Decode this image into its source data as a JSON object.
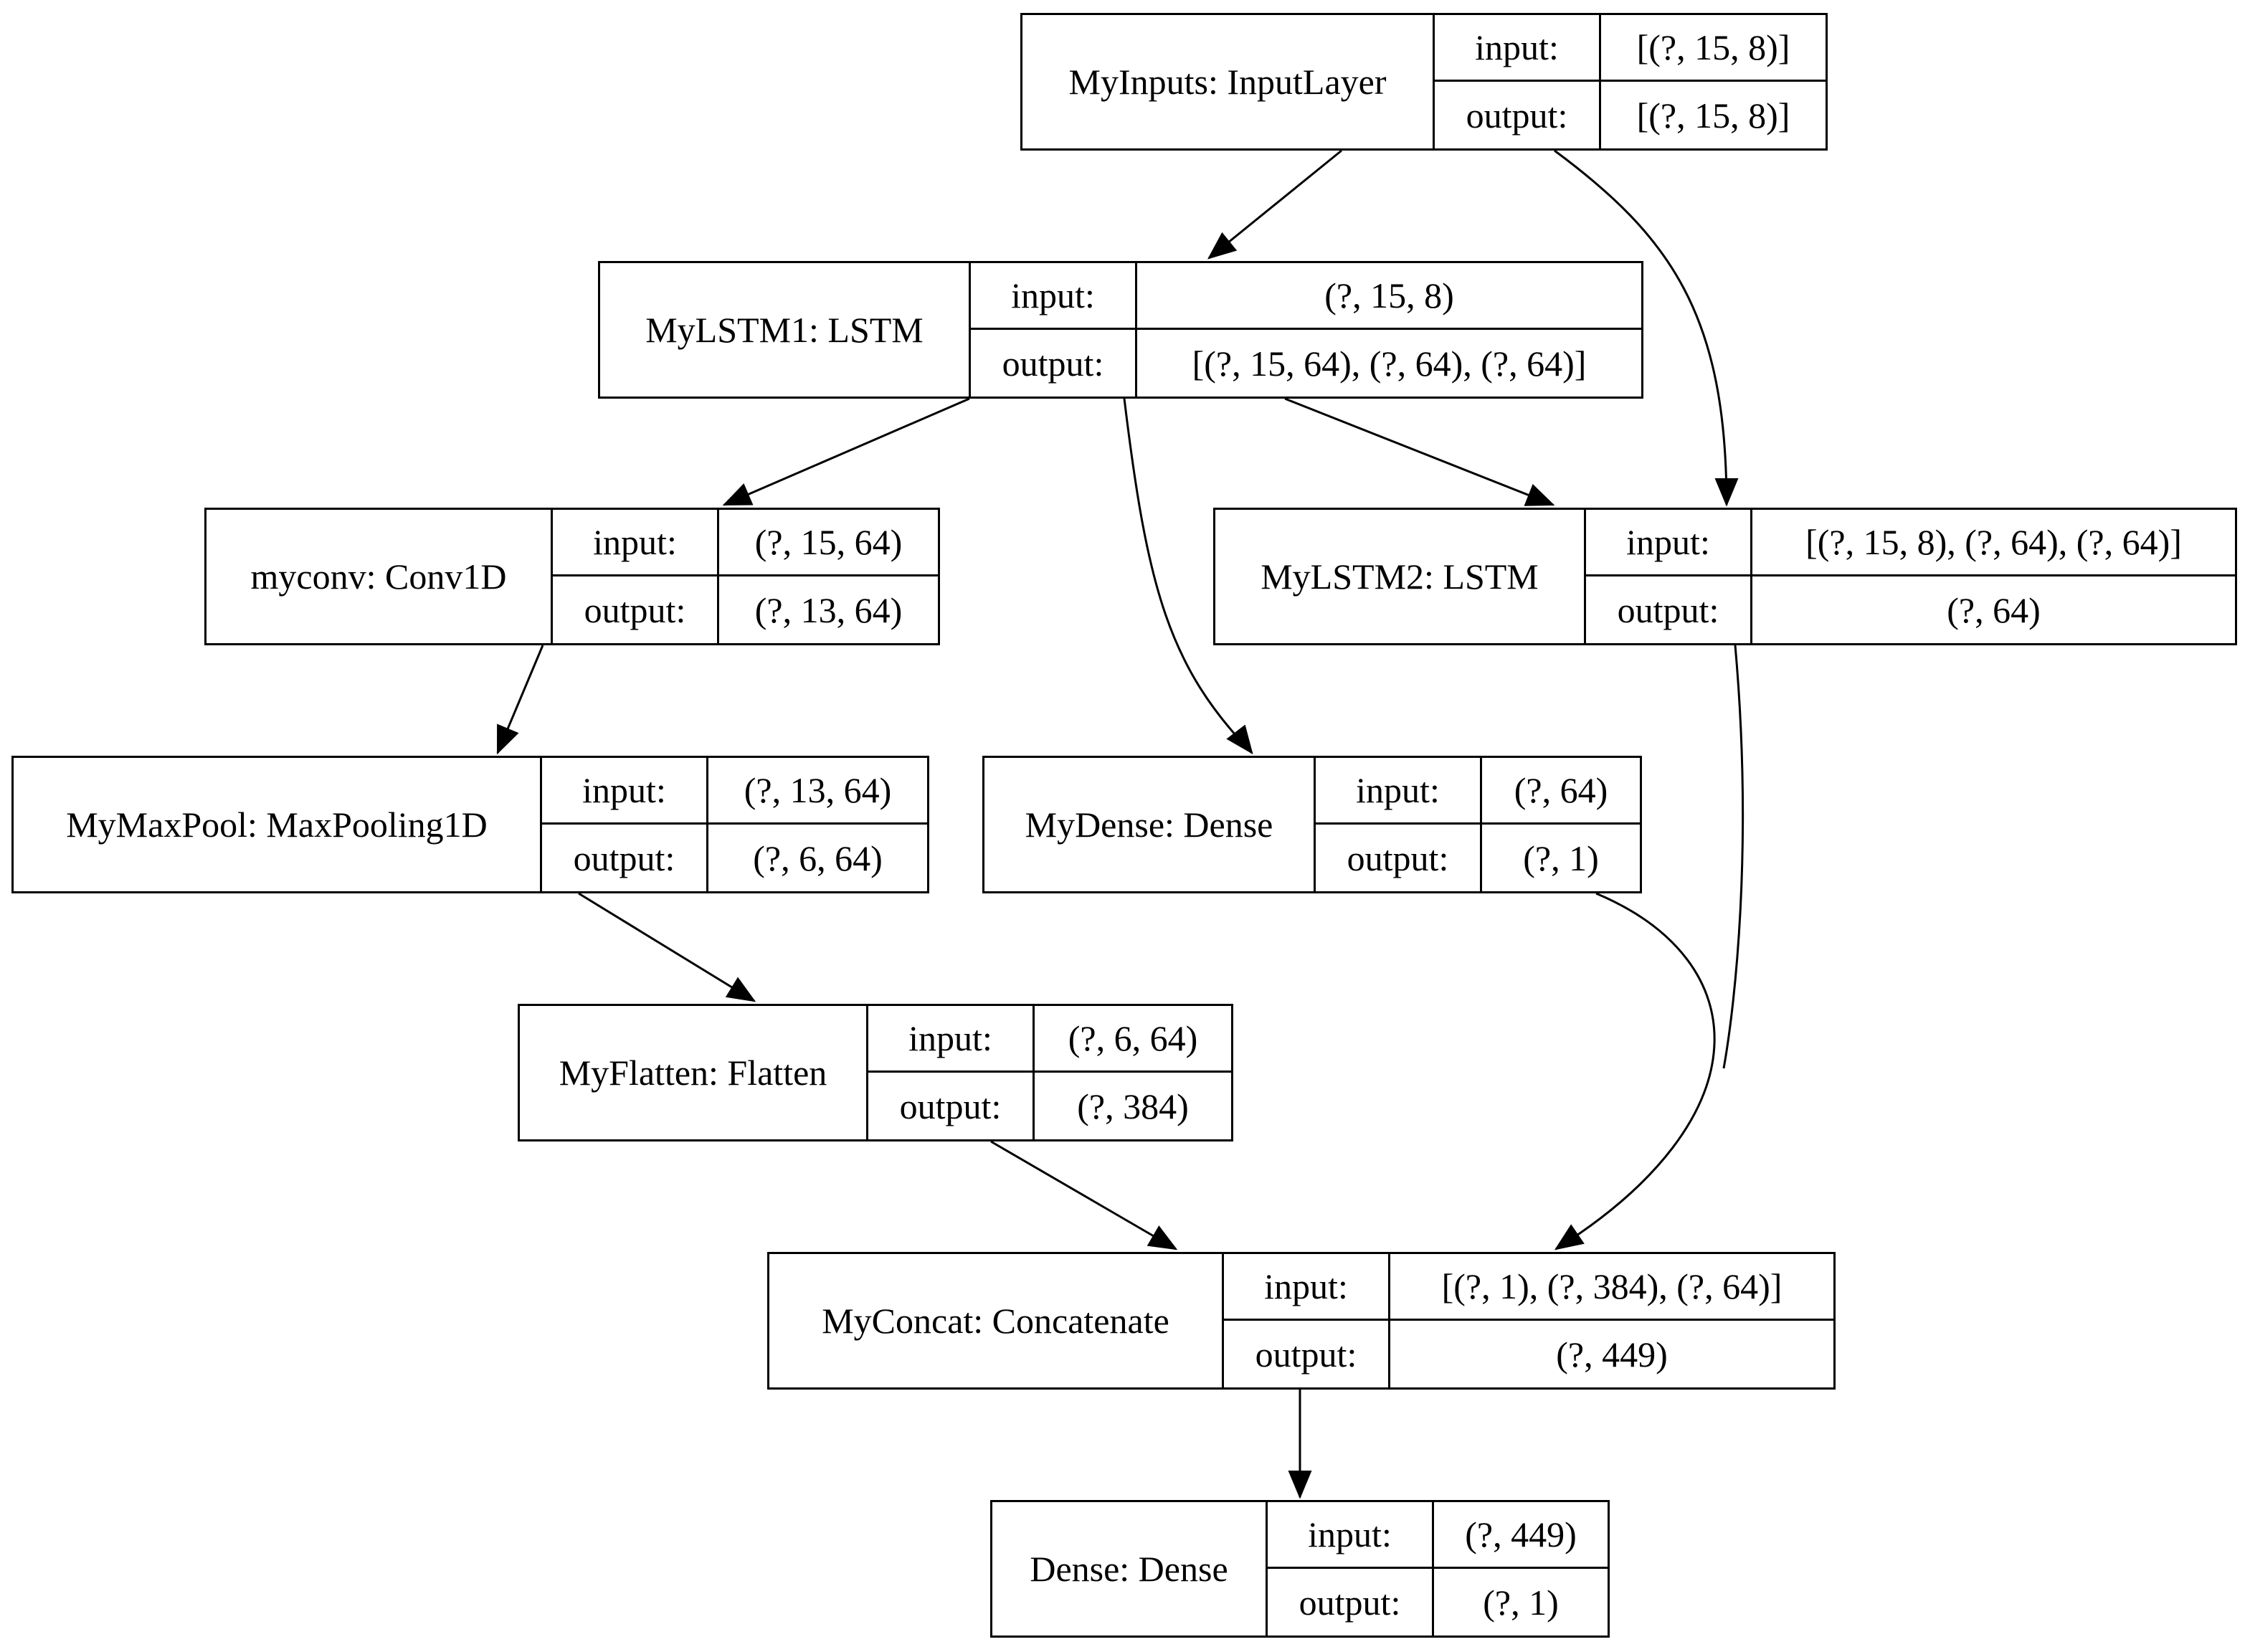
{
  "colors": {
    "stroke": "#000000",
    "background": "#ffffff"
  },
  "nodes": [
    {
      "id": "myinputs",
      "name": "MyInputs: InputLayer",
      "input_label": "input:",
      "input": "[(?, 15, 8)]",
      "output_label": "output:",
      "output": "[(?, 15, 8)]"
    },
    {
      "id": "mylstm1",
      "name": "MyLSTM1: LSTM",
      "input_label": "input:",
      "input": "(?, 15, 8)",
      "output_label": "output:",
      "output": "[(?, 15, 64), (?, 64), (?, 64)]"
    },
    {
      "id": "myconv",
      "name": "myconv: Conv1D",
      "input_label": "input:",
      "input": "(?, 15, 64)",
      "output_label": "output:",
      "output": "(?, 13, 64)"
    },
    {
      "id": "mylstm2",
      "name": "MyLSTM2: LSTM",
      "input_label": "input:",
      "input": "[(?, 15, 8), (?, 64), (?, 64)]",
      "output_label": "output:",
      "output": "(?, 64)"
    },
    {
      "id": "mymaxpool",
      "name": "MyMaxPool: MaxPooling1D",
      "input_label": "input:",
      "input": "(?, 13, 64)",
      "output_label": "output:",
      "output": "(?, 6, 64)"
    },
    {
      "id": "mydense",
      "name": "MyDense: Dense",
      "input_label": "input:",
      "input": "(?, 64)",
      "output_label": "output:",
      "output": "(?, 1)"
    },
    {
      "id": "myflatten",
      "name": "MyFlatten: Flatten",
      "input_label": "input:",
      "input": "(?, 6, 64)",
      "output_label": "output:",
      "output": "(?, 384)"
    },
    {
      "id": "myconcat",
      "name": "MyConcat: Concatenate",
      "input_label": "input:",
      "input": "[(?, 1), (?, 384), (?, 64)]",
      "output_label": "output:",
      "output": "(?, 449)"
    },
    {
      "id": "dense",
      "name": "Dense: Dense",
      "input_label": "input:",
      "input": "(?, 449)",
      "output_label": "output:",
      "output": "(?, 1)"
    }
  ],
  "edges": [
    {
      "from": "myinputs",
      "to": "mylstm1"
    },
    {
      "from": "myinputs",
      "to": "mylstm2"
    },
    {
      "from": "mylstm1",
      "to": "myconv"
    },
    {
      "from": "mylstm1",
      "to": "mydense"
    },
    {
      "from": "mylstm1",
      "to": "mylstm2"
    },
    {
      "from": "myconv",
      "to": "mymaxpool"
    },
    {
      "from": "mymaxpool",
      "to": "myflatten"
    },
    {
      "from": "myflatten",
      "to": "myconcat"
    },
    {
      "from": "mydense",
      "to": "myconcat"
    },
    {
      "from": "mylstm2",
      "to": "myconcat"
    },
    {
      "from": "myconcat",
      "to": "dense"
    }
  ]
}
